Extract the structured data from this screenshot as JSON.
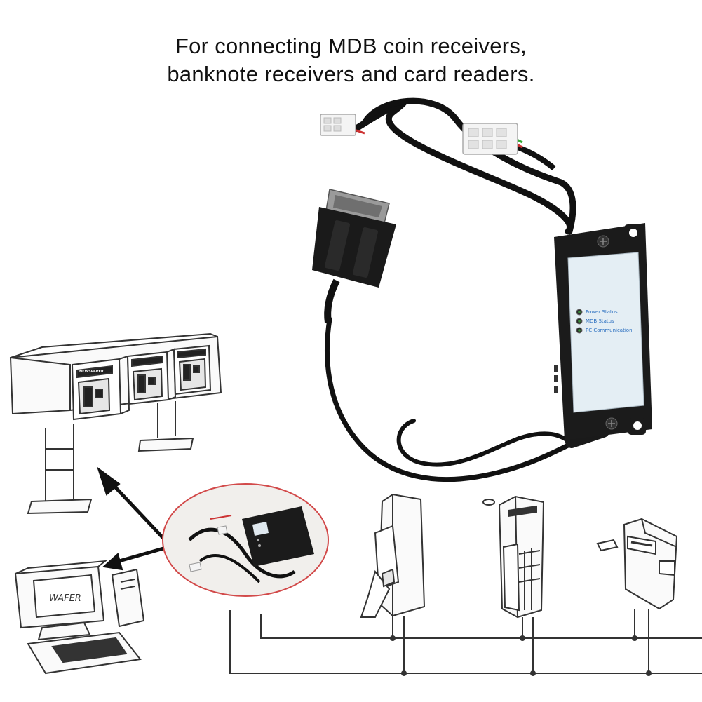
{
  "caption": {
    "line1": "For connecting MDB coin receivers,",
    "line2": "banknote receivers and card readers."
  },
  "adapter": {
    "leds": [
      {
        "label": "Power Status",
        "color": "#3a8a3a"
      },
      {
        "label": "MDB Status",
        "color": "#3a8a3a"
      },
      {
        "label": "PC Communication",
        "color": "#3a8a3a"
      }
    ]
  },
  "illustration": {
    "kiosk_sign": "NEWSPAPER",
    "computer_screen": "WAFER"
  },
  "colors": {
    "background": "#ffffff",
    "cable": "#111111",
    "adapter_body": "#1b1b1b",
    "adapter_panel": "#e4eef4",
    "sketch_line": "#333333",
    "inset_border": "#d24a4a"
  }
}
